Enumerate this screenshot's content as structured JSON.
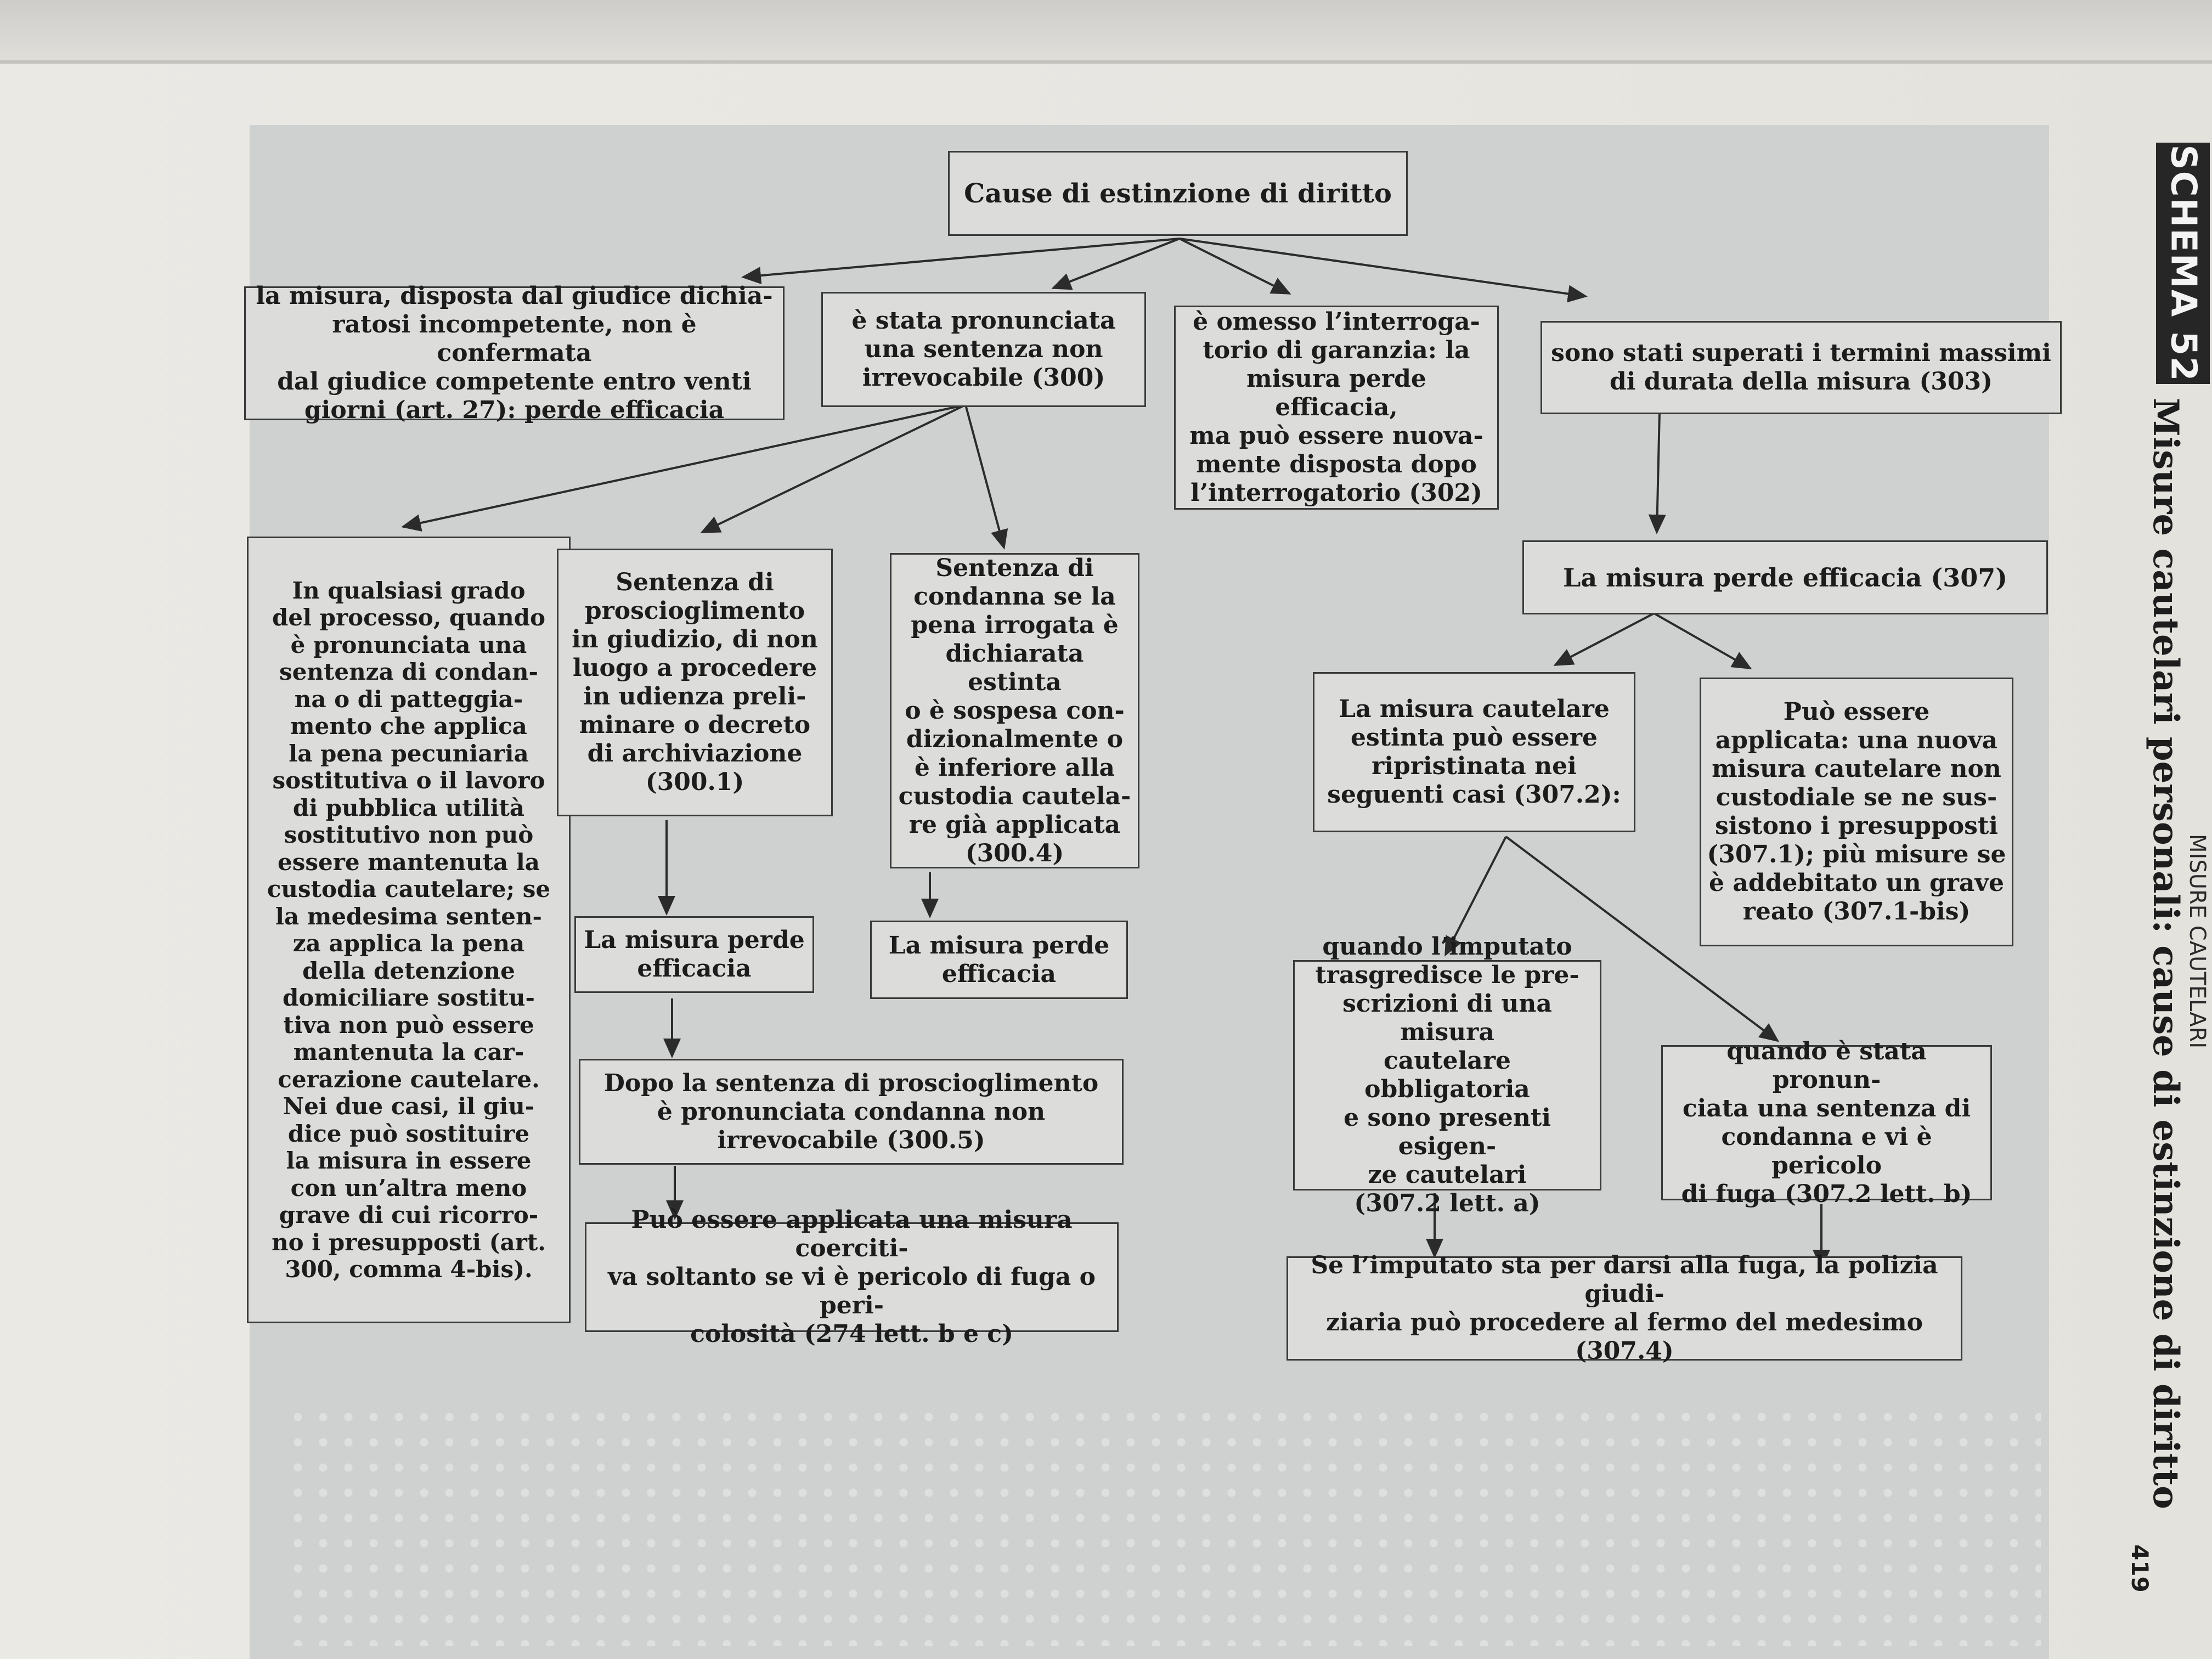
{
  "schema": {
    "number_label": "SCHEMA 52",
    "title": "Misure cautelari personali: cause di estinzione di diritto",
    "running_head": "MISURE CAUTELARI",
    "page_number": "419"
  },
  "diagram": {
    "root": "Cause di estinzione di diritto",
    "b1": "la misura, disposta dal giudice dichia-\nratosi incompetente, non è confermata\ndal giudice competente entro venti\ngiorni (art. 27): perde efficacia",
    "b2": "è stata pronunciata\nuna sentenza non\nirrevocabile (300)",
    "b3": "è omesso l’interroga-\ntorio di garanzia: la\nmisura perde efficacia,\nma può essere nuova-\nmente disposta dopo\nl’interrogatorio (302)",
    "b4": "sono stati superati i termini massimi\ndi durata della misura (303)",
    "c1": "In qualsiasi grado\ndel processo, quando\nè pronunciata una\nsentenza di condan-\nna o di patteggia-\nmento che applica\nla pena pecuniaria\nsostitutiva o il lavoro\ndi pubblica utilità\nsostitutivo non può\nessere mantenuta la\ncustodia cautelare; se\nla medesima senten-\nza applica la pena\ndella detenzione\ndomiciliare sostitu-\ntiva non può essere\nmantenuta la car-\ncerazione cautelare.\nNei due casi, il giu-\ndice può sostituire\nla misura in essere\ncon un’altra meno\ngrave di cui ricorro-\nno i presupposti (art.\n300, comma 4-bis).",
    "c2": "Sentenza di\nproscioglimento\nin giudizio, di non\nluogo a procedere\nin udienza preli-\nminare o decreto\ndi archiviazione\n(300.1)",
    "c3": "Sentenza di\ncondanna se la\npena irrogata è\ndichiarata estinta\no è sospesa con-\ndizionalmente o\nè inferiore alla\ncustodia cautela-\nre già applicata\n(300.4)",
    "c2a": "La misura perde\nefficacia",
    "c3a": "La misura perde\nefficacia",
    "c2b": "Dopo la sentenza di proscioglimento\nè pronunciata condanna non\nirrevocabile (300.5)",
    "c2c": "Può essere applicata una misura coerciti-\nva soltanto se vi è pericolo di fuga o peri-\ncolosità (274 lett. b e c)",
    "d1": "La misura perde efficacia (307)",
    "d2": "La misura cautelare\nestinta può essere\nripristinata nei\nseguenti casi (307.2):",
    "d3": "Può essere\napplicata: una nuova\nmisura cautelare non\ncustodiale se ne sus-\nsistono i presupposti\n(307.1); più misure se\nè addebitato un grave\nreato (307.1-bis)",
    "d4": "quando l’imputato\ntrasgredisce le pre-\nscrizioni di una misura\ncautelare obbligatoria\ne sono presenti esigen-\nze cautelari\n(307.2 lett. a)",
    "d5": "quando è stata pronun-\nciata una sentenza di\ncondanna e vi è pericolo\ndi fuga (307.2 lett. b)",
    "d6": "Se l’imputato sta per darsi alla fuga, la polizia giudi-\nziaria può procedere al fermo del medesimo (307.4)"
  }
}
